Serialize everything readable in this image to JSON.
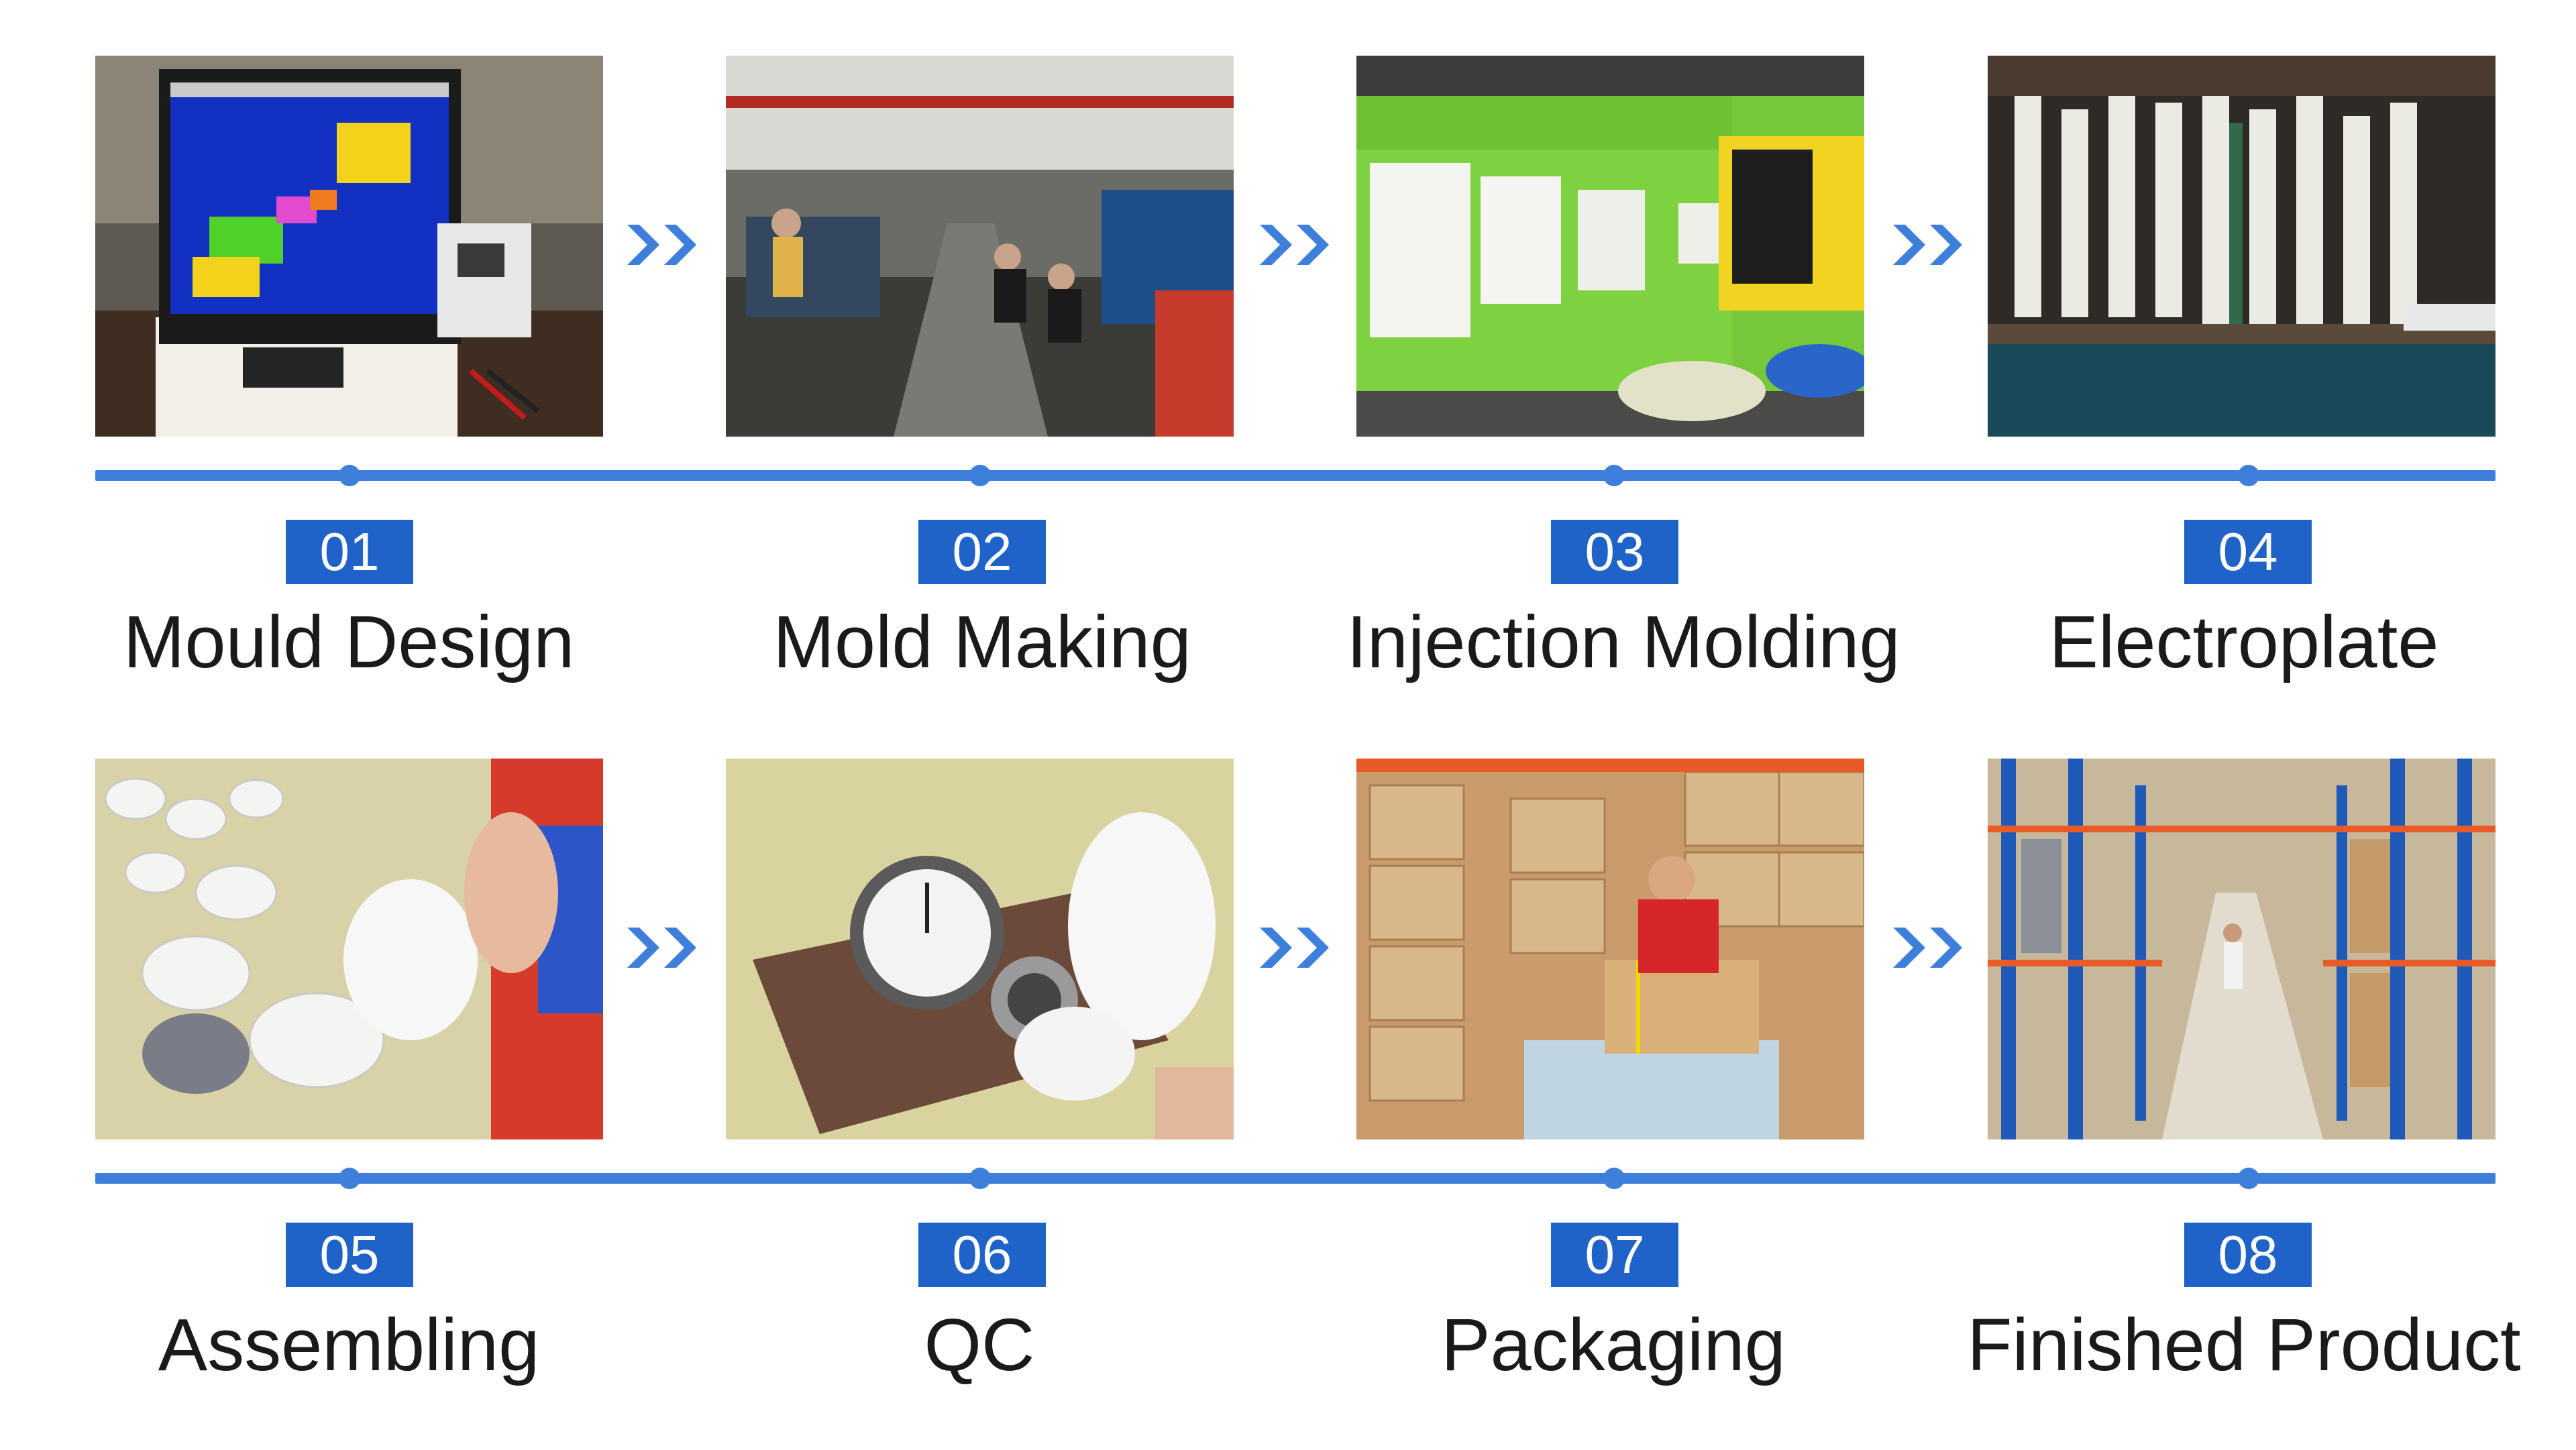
{
  "colors": {
    "accent": "#3d7fdb",
    "badge": "#1f63c9",
    "label_text": "#1a1a1a"
  },
  "icons": {
    "step_arrow": "double-chevron-right-icon"
  },
  "steps": [
    {
      "number": "01",
      "label": "Mould Design",
      "photo": "cad-mould-design-workstation"
    },
    {
      "number": "02",
      "label": "Mold Making",
      "photo": "mold-making-workshop"
    },
    {
      "number": "03",
      "label": "Injection Molding",
      "photo": "injection-molding-machine"
    },
    {
      "number": "04",
      "label": "Electroplate",
      "photo": "electroplating-line"
    },
    {
      "number": "05",
      "label": "Assembling",
      "photo": "hand-assembly-of-parts"
    },
    {
      "number": "06",
      "label": "QC",
      "photo": "pressure-gauge-quality-test"
    },
    {
      "number": "07",
      "label": "Packaging",
      "photo": "worker-packing-cartons"
    },
    {
      "number": "08",
      "label": "Finished Product",
      "photo": "warehouse-shelving"
    }
  ]
}
